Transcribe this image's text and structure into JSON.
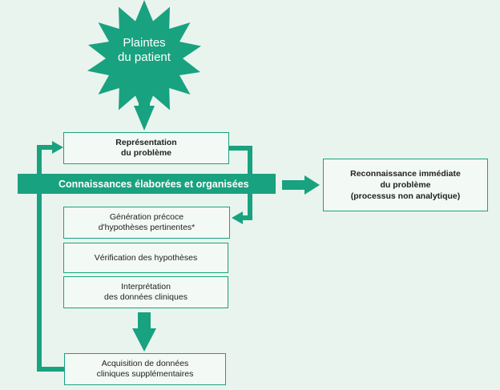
{
  "colors": {
    "accent": "#19a27f",
    "background": "#eaf4ee",
    "box_fill": "#f3f9f5",
    "text": "#222222"
  },
  "star": {
    "line1": "Plaintes",
    "line2": "du patient"
  },
  "boxes": {
    "representation": {
      "line1": "Représentation",
      "line2": "du problème"
    },
    "band_label": "Connaissances élaborées et organisées",
    "recognition": {
      "line1": "Reconnaissance immédiate",
      "line2": "du problème",
      "line3": "(processus non analytique)"
    },
    "generation": {
      "line1": "Génération précoce",
      "line2": "d'hypothèses pertinentes*"
    },
    "verification": {
      "line1": "Vérification des hypothèses"
    },
    "interpretation": {
      "line1": "Interprétation",
      "line2": "des données cliniques"
    },
    "acquisition": {
      "line1": "Acquisition de données",
      "line2": "cliniques supplémentaires"
    }
  }
}
